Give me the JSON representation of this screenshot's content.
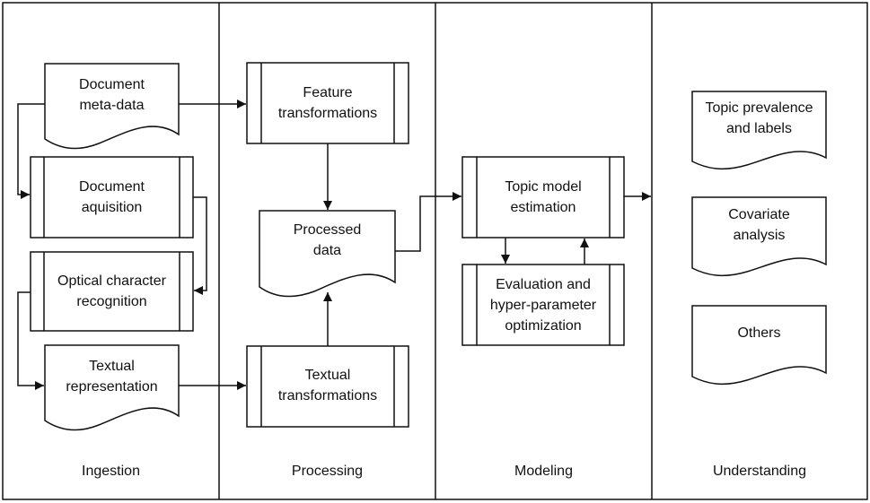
{
  "columns": {
    "ingestion": "Ingestion",
    "processing": "Processing",
    "modeling": "Modeling",
    "understanding": "Understanding"
  },
  "nodes": {
    "document_metadata": "Document\nmeta-data",
    "document_acquisition": "Document\naquisition",
    "ocr": "Optical character\nrecognition",
    "textual_representation": "Textual\nrepresentation",
    "feature_transformations": "Feature\ntransformations",
    "processed_data": "Processed\ndata",
    "textual_transformations": "Textual\ntransformations",
    "topic_model_estimation": "Topic model\nestimation",
    "evaluation": "Evaluation and\nhyper-parameter\noptimization",
    "topic_prevalence": "Topic prevalence\nand labels",
    "covariate_analysis": "Covariate\nanalysis",
    "others": "Others"
  }
}
